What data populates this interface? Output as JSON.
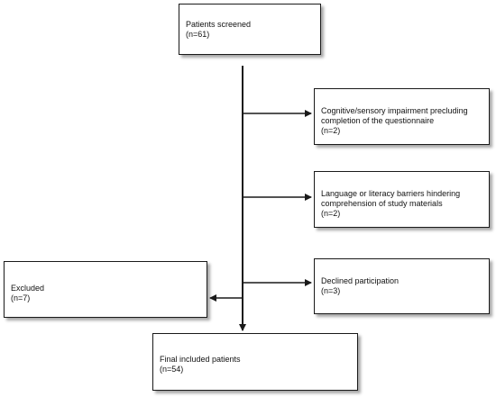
{
  "nodes": {
    "screened": {
      "label": "Patients screened",
      "count": "(n=61)"
    },
    "cognitive": {
      "line1": "Cognitive/sensory impairment precluding",
      "line2": "completion of the questionnaire",
      "count": "(n=2)"
    },
    "language": {
      "line1": "Language or literacy barriers hindering",
      "line2": "comprehension of study materials",
      "count": "(n=2)"
    },
    "declined": {
      "label": "Declined participation",
      "count": "(n=3)"
    },
    "excluded": {
      "label": "Excluded",
      "count": "(n=7)"
    },
    "final": {
      "label": "Final included patients",
      "count": "(n=54)"
    }
  },
  "colors": {
    "stroke": "#1a1a1a",
    "background": "#ffffff"
  }
}
